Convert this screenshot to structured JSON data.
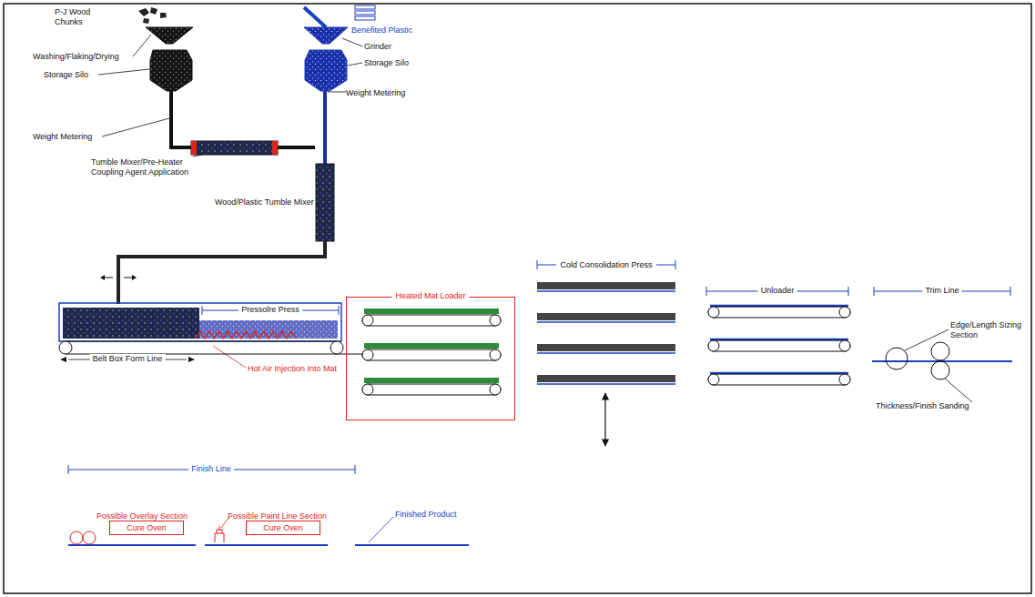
{
  "diagram": {
    "nodes": [
      {
        "text": [
          "Heated Mat Loader"
        ]
      },
      {
        "text": [
          "Cure Oven"
        ]
      },
      {
        "text": [
          "Cure Oven"
        ]
      }
    ],
    "labels": [
      "P-J Wood Chunks",
      "Washing/Flaking/Drying",
      "Storage Silo",
      "Weight Metering",
      "Tumble Mixer/Pre-Heater Coupling Agent Application",
      "Wood/Plastic Tumble Mixer",
      "Benefited Plastic",
      "Grinder",
      "Storage Silo",
      "Weight Metering",
      "Belt Box Form Line",
      "Pressolre Press",
      "Hot Air Injection Into Mat",
      "Cold Consolidation Press",
      "Unloader",
      "Trim Line",
      "Edge/Length Sizing Section",
      "Thickness/Finish Sanding",
      "Finish Line",
      "Possible Overlay Section",
      "Possible Paint Line Section",
      "Finished Product"
    ]
  }
}
